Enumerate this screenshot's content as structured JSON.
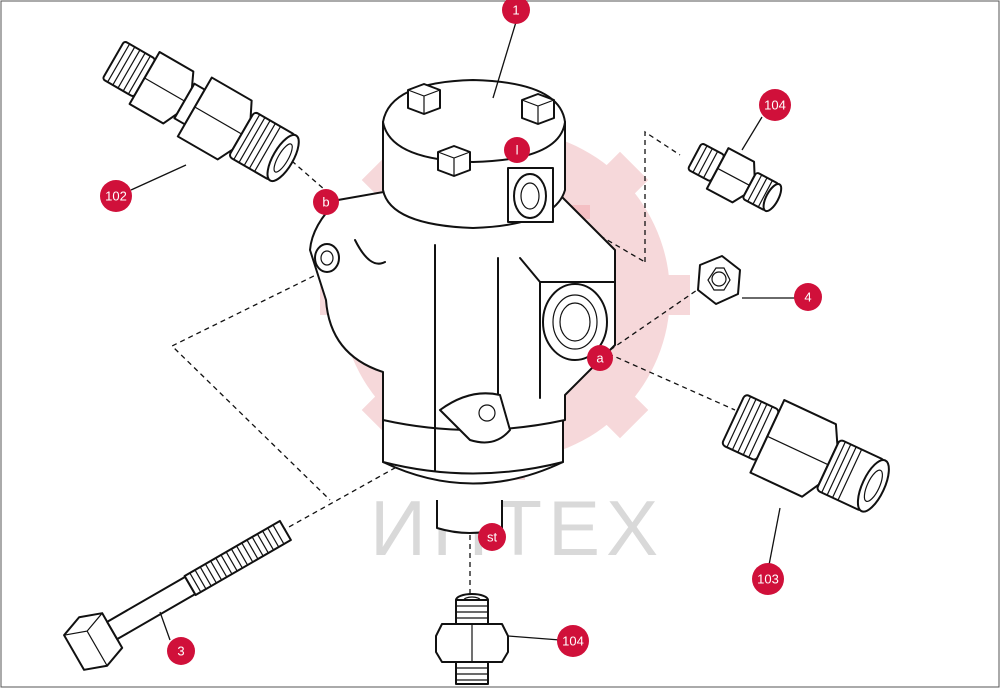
{
  "colors": {
    "callout_fill": "#d0103a",
    "callout_text": "#ffffff",
    "line": "#111111",
    "watermark_text": "#d9d9d9",
    "watermark_logo": "#f6d4d6"
  },
  "watermark": {
    "text": "ИНТЕХ",
    "logo_icon": "gear-logo-icon"
  },
  "callouts": [
    {
      "id": "c-1",
      "label": "1"
    },
    {
      "id": "c-l",
      "label": "l"
    },
    {
      "id": "c-b",
      "label": "b"
    },
    {
      "id": "c-a",
      "label": "a"
    },
    {
      "id": "c-st",
      "label": "st"
    },
    {
      "id": "c-102",
      "label": "102"
    },
    {
      "id": "c-104-top",
      "label": "104"
    },
    {
      "id": "c-4",
      "label": "4"
    },
    {
      "id": "c-103",
      "label": "103"
    },
    {
      "id": "c-3",
      "label": "3"
    },
    {
      "id": "c-104-bottom",
      "label": "104"
    }
  ]
}
